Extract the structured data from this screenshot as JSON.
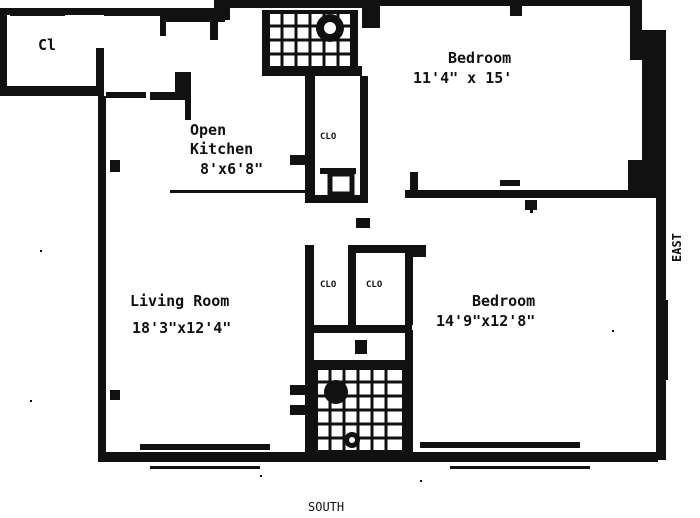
{
  "rooms": {
    "closet": {
      "name": "Cl"
    },
    "kitchen": {
      "name_line1": "Open",
      "name_line2": "Kitchen",
      "dims": "8'x6'8\""
    },
    "bedroom_north": {
      "name": "Bedroom",
      "dims": "11'4\" x 15'"
    },
    "living_room": {
      "name": "Living Room",
      "dims": "18'3\"x12'4\""
    },
    "bedroom_south": {
      "name": "Bedroom",
      "dims": "14'9\"x12'8\""
    }
  },
  "closet_tags": {
    "a": "CLO",
    "b": "CLO",
    "c": "CLO"
  },
  "orientation": {
    "south": "SOUTH",
    "east": "EAST"
  },
  "colors": {
    "wall": "#111111",
    "paper": "#ffffff"
  }
}
